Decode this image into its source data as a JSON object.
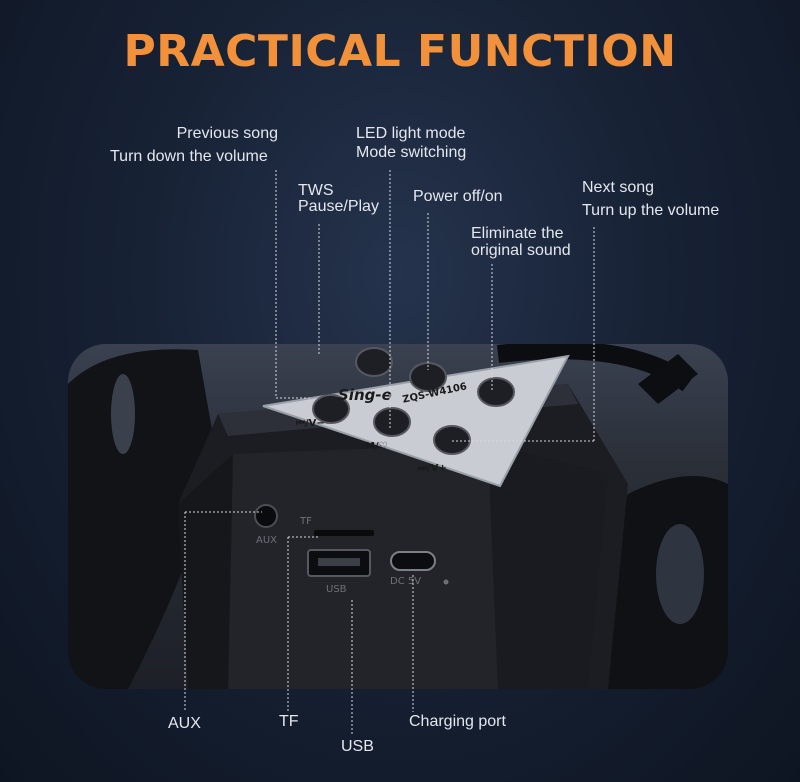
{
  "title": "PRACTICAL FUNCTION",
  "colors": {
    "title": "#f3913a",
    "background": "#172235",
    "label": "#e4e7ee"
  },
  "labels": {
    "previous": [
      "Previous song",
      "Turn down the volume"
    ],
    "led": [
      "LED light mode",
      "Mode switching"
    ],
    "tws": [
      "TWS",
      "Pause/Play"
    ],
    "power": "Power off/on",
    "next": [
      "Next song",
      "Turn up the volume"
    ],
    "eliminate": [
      "Eliminate the",
      "original sound"
    ],
    "aux": "AUX",
    "tf": "TF",
    "usb": "USB",
    "charging": "Charging port"
  },
  "panel": {
    "brand": "Sing-e",
    "model": "ZQS-W4106",
    "btn_prev": "⏮/V−",
    "btn_mode": "M/♡",
    "btn_next": "⏭/V+",
    "port_aux": "AUX",
    "port_tf": "TF",
    "port_usb": "USB",
    "port_dc": "DC 5V"
  },
  "icons": [
    "play-pause-icon",
    "power-icon",
    "microphone-icon"
  ]
}
